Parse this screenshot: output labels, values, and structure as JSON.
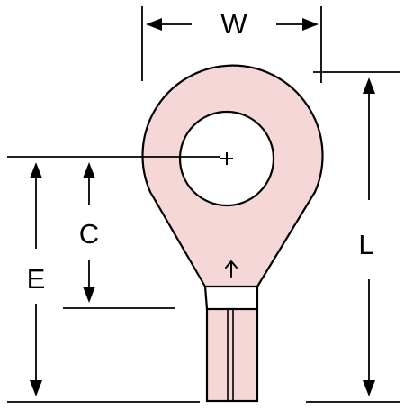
{
  "labels": {
    "width": "W",
    "length": "L",
    "center_distance": "C",
    "overall_distance": "E"
  },
  "colors": {
    "ink": "#000000",
    "terminal_fill": "#f5d7d7",
    "background": "#ffffff"
  },
  "icons": {
    "center_mark": "plus-icon",
    "direction_arrow": "up-arrow-icon"
  }
}
